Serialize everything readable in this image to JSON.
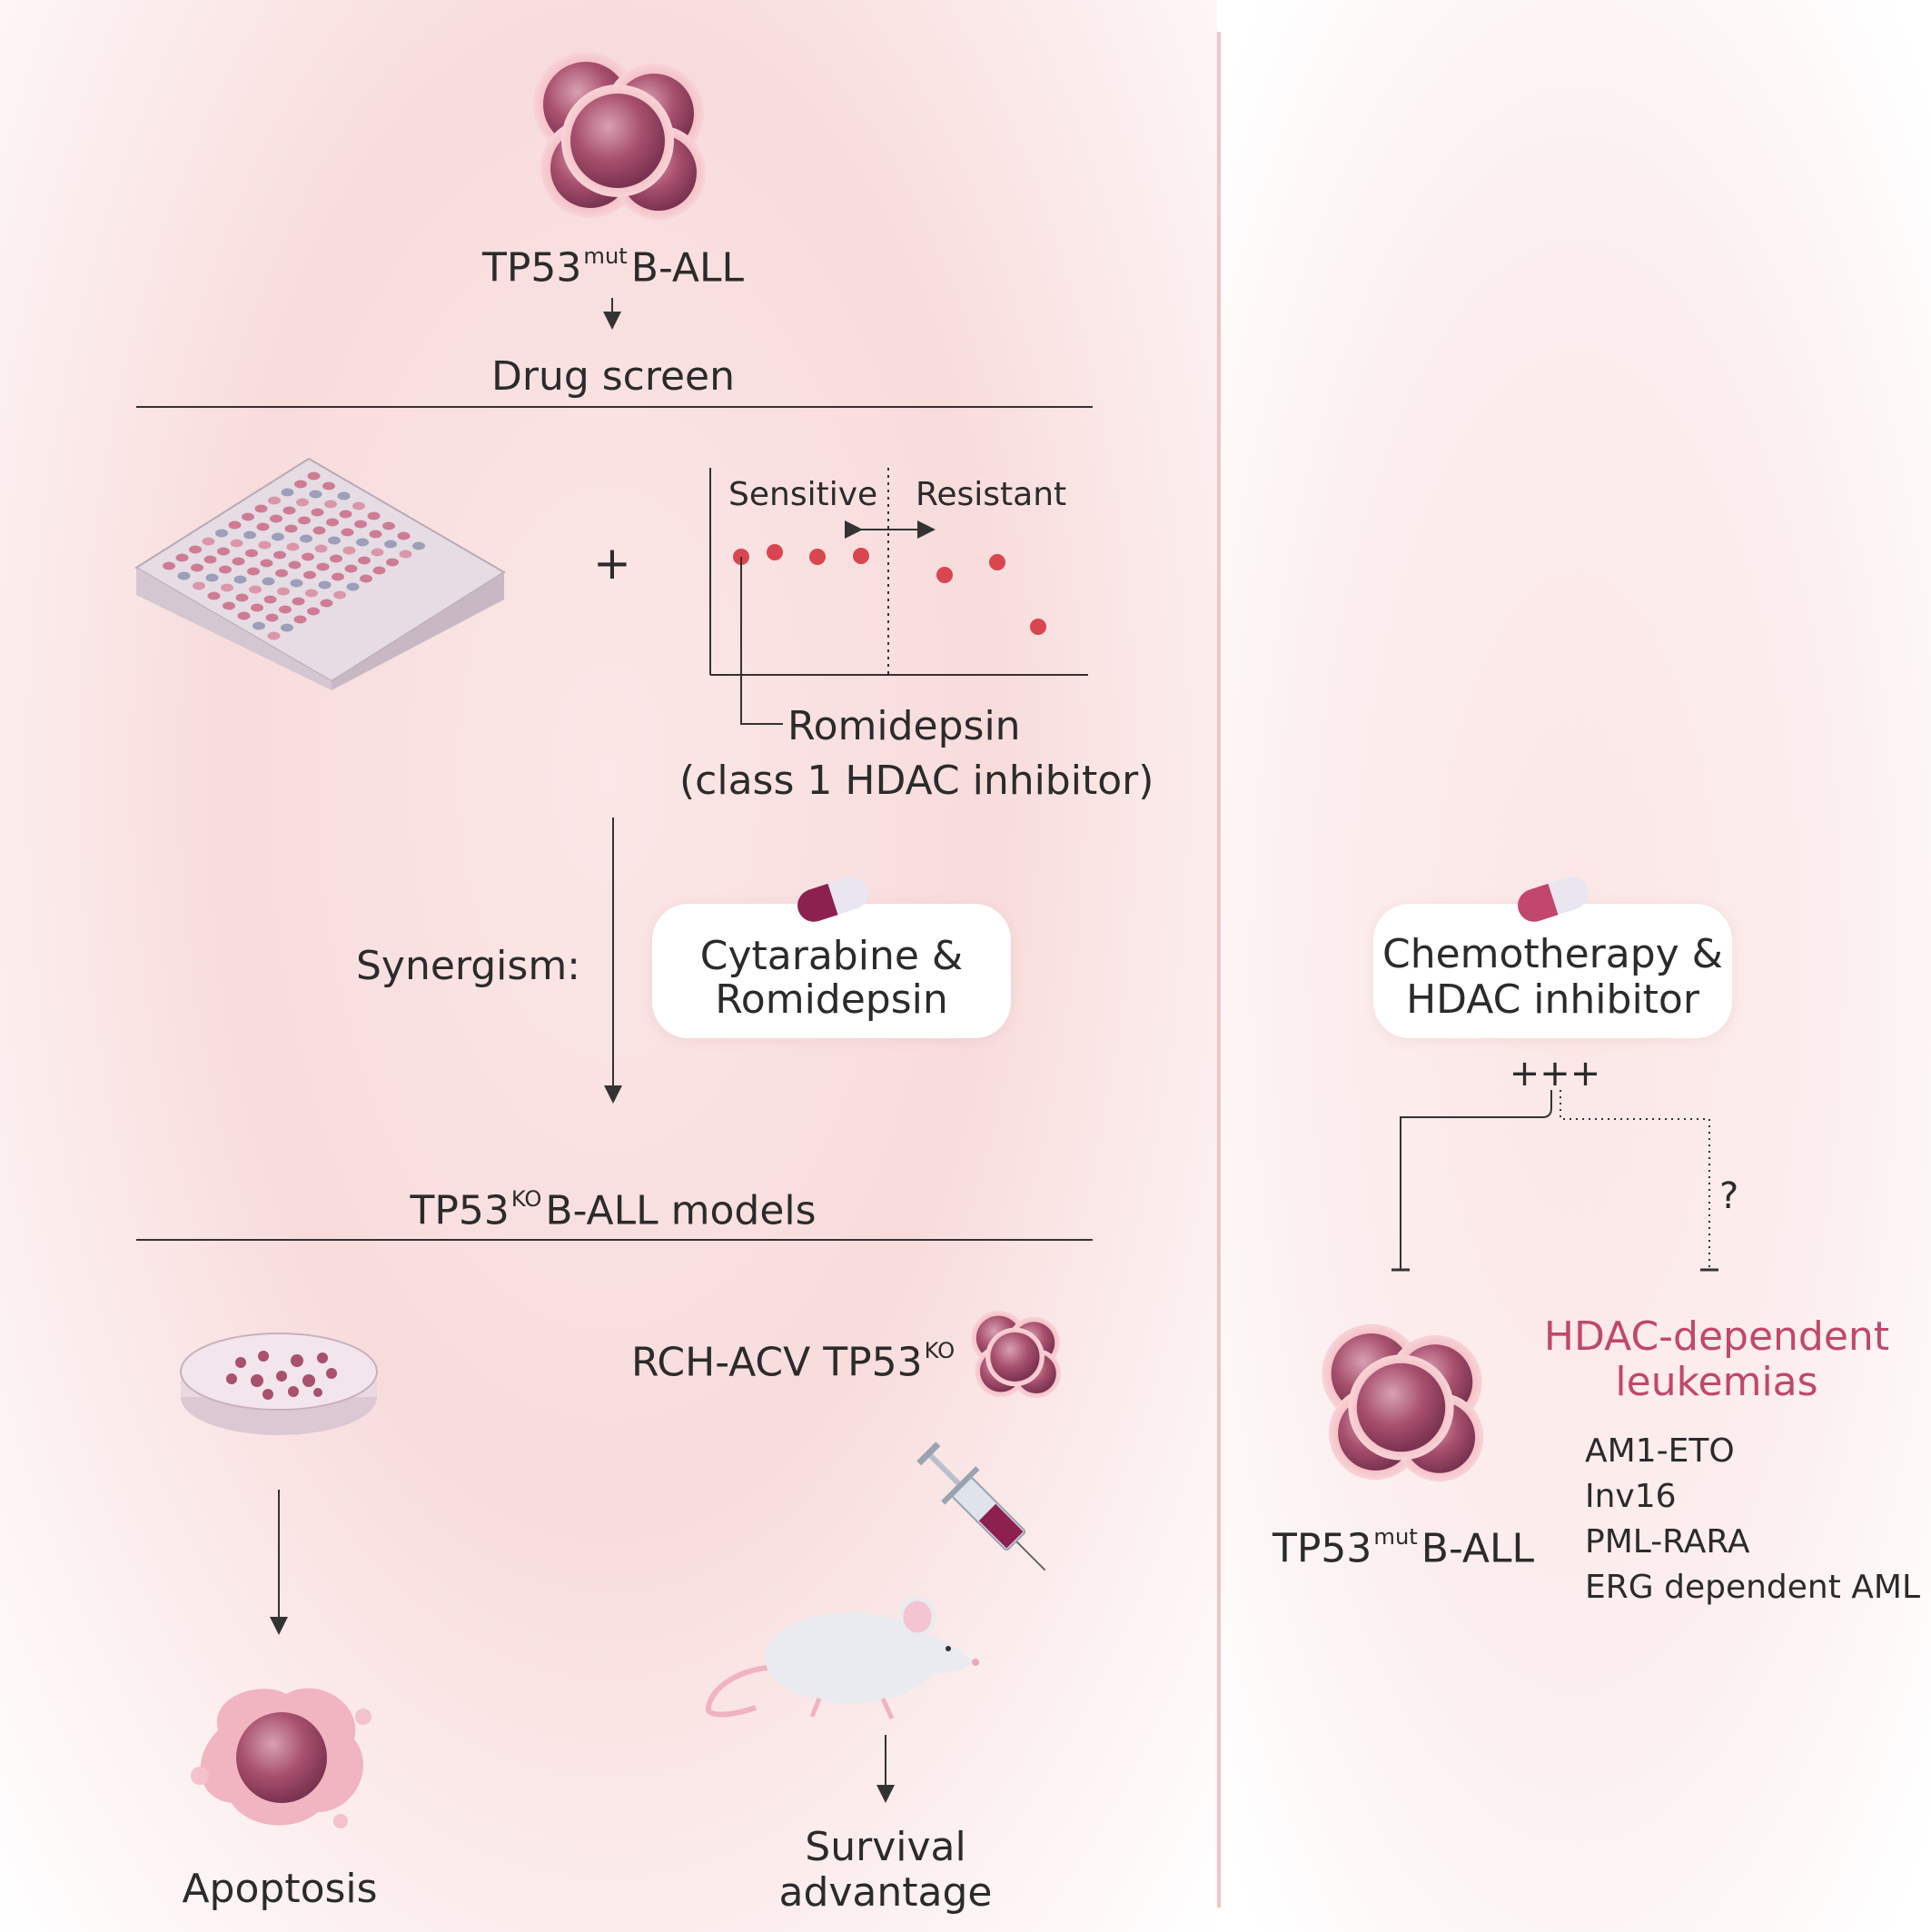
{
  "left": {
    "cell_label": {
      "main": "TP53",
      "sup": "mut",
      "suffix": "B-ALL"
    },
    "drug_screen": "Drug screen",
    "plus": "+",
    "plot": {
      "sensitive": "Sensitive",
      "resistant": "Resistant"
    },
    "romidepsin": "Romidepsin",
    "romidepsin_class": "(class 1 HDAC inhibitor)",
    "synergism": "Synergism:",
    "combo_line1": "Cytarabine &",
    "combo_line2": "Romidepsin",
    "models": {
      "main": "TP53",
      "sup": "KO",
      "suffix": "B-ALL models"
    },
    "rch": {
      "main": "RCH-ACV TP53",
      "sup": "KO"
    },
    "apoptosis": "Apoptosis",
    "survival_line1": "Survival",
    "survival_line2": "advantage"
  },
  "right": {
    "combo_line1": "Chemotherapy &",
    "combo_line2": "HDAC inhibitor",
    "plus_signs": "+++",
    "question": "?",
    "hdac_line1": "HDAC-dependent",
    "hdac_line2": "leukemias",
    "cell_label": {
      "main": "TP53",
      "sup": "mut",
      "suffix": "B-ALL"
    },
    "leukemias": [
      "AM1-ETO",
      "Inv16",
      "PML-RARA",
      "ERG dependent AML"
    ]
  },
  "colors": {
    "accent": "#c0486a",
    "cell": "#a8506e",
    "divider": "#f2c4c4"
  },
  "icons": [
    "cell-cluster-icon",
    "well-plate-icon",
    "capsule-icon",
    "petri-dish-icon",
    "syringe-icon",
    "mouse-icon",
    "apoptotic-cell-icon"
  ]
}
